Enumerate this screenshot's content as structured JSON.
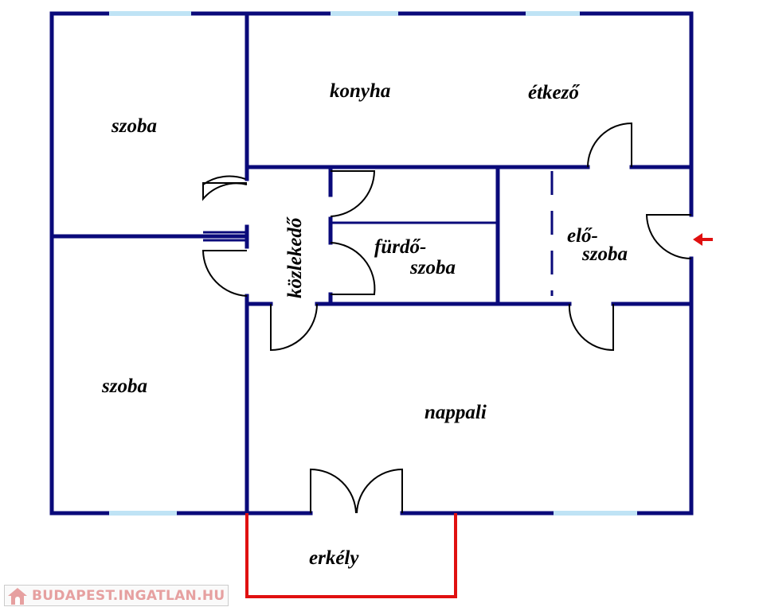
{
  "rooms": {
    "szoba_top": "szoba",
    "szoba_bottom": "szoba",
    "konyha": "konyha",
    "etkezo": "étkező",
    "kozlekedo": "közlekedő",
    "furdo_line1": "fürdő-",
    "furdo_line2": "szoba",
    "elo_line1": "elő-",
    "elo_line2": "szoba",
    "nappali": "nappali",
    "erkely": "erkély"
  },
  "watermark": "BUDAPEST.INGATLAN.HU",
  "colors": {
    "wall": "#0a0a7a",
    "window": "#bfe3f5",
    "balcony": "#e01010",
    "entry_arrow": "#e01010"
  }
}
